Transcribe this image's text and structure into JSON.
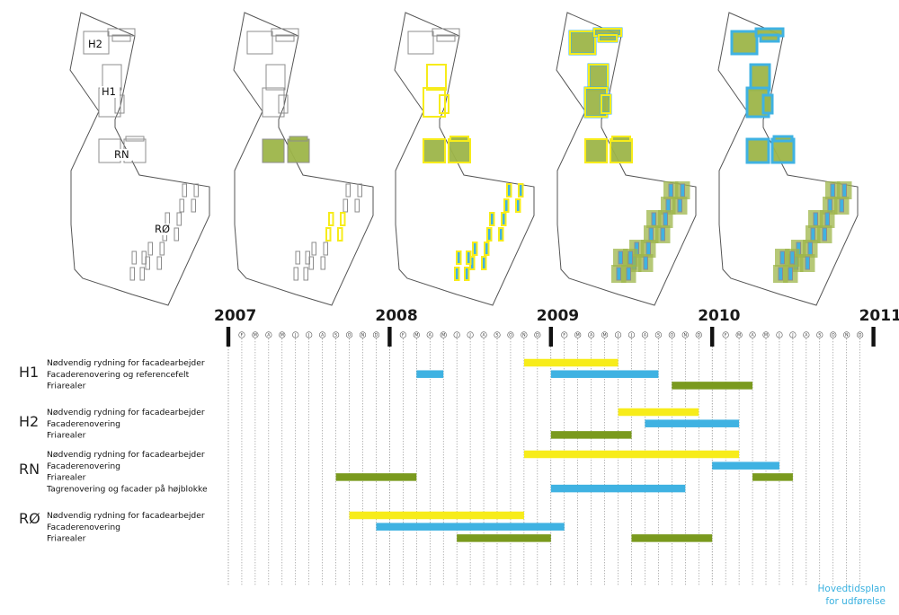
{
  "colors": {
    "yellow": "#f7ec1a",
    "blue": "#3fb2e2",
    "green": "#7a9a1e",
    "green_fill": "#9db549",
    "outline": "#555555",
    "building": "#8d8d8d",
    "caption": "#39b1e0"
  },
  "map_labels": {
    "h2": "H2",
    "h1": "H1",
    "rn": "RN",
    "ro": "RØ"
  },
  "caption": {
    "line1": "Hovedtidsplan",
    "line2": "for udførelse"
  },
  "chart_data": {
    "type": "gantt",
    "title": "",
    "years": [
      "2007",
      "2008",
      "2009",
      "2010",
      "2011"
    ],
    "month_abbreviations": [
      "F",
      "M",
      "A",
      "M",
      "J",
      "J",
      "A",
      "S",
      "O",
      "N",
      "D"
    ],
    "time_unit": "months from January 2007",
    "x_range": [
      0,
      48
    ],
    "legend_colors": {
      "Nødvendig rydning for facadearbejder": "yellow",
      "Facaderenovering": "blue",
      "Friarealer": "green"
    },
    "groups": [
      {
        "label": "H1",
        "tasks": [
          {
            "label": "Nødvendig rydning for facadearbejder",
            "color": "yellow",
            "bars": [
              {
                "start": 22,
                "end": 29
              }
            ]
          },
          {
            "label": "Facaderenovering og referencefelt",
            "color": "blue",
            "bars": [
              {
                "start": 14,
                "end": 16
              },
              {
                "start": 24,
                "end": 32
              }
            ]
          },
          {
            "label": "Friarealer",
            "color": "green",
            "bars": [
              {
                "start": 33,
                "end": 39
              }
            ]
          }
        ]
      },
      {
        "label": "H2",
        "tasks": [
          {
            "label": "Nødvendig rydning for facadearbejder",
            "color": "yellow",
            "bars": [
              {
                "start": 29,
                "end": 35
              }
            ]
          },
          {
            "label": "Facaderenovering",
            "color": "blue",
            "bars": [
              {
                "start": 31,
                "end": 38
              }
            ]
          },
          {
            "label": "Friarealer",
            "color": "green",
            "bars": [
              {
                "start": 24,
                "end": 30
              }
            ]
          }
        ]
      },
      {
        "label": "RN",
        "tasks": [
          {
            "label": "Nødvendig rydning for facadearbejder",
            "color": "yellow",
            "bars": [
              {
                "start": 22,
                "end": 38
              }
            ]
          },
          {
            "label": "Facaderenovering",
            "color": "blue",
            "bars": [
              {
                "start": 36,
                "end": 41
              }
            ]
          },
          {
            "label": "Friarealer",
            "color": "green",
            "bars": [
              {
                "start": 8,
                "end": 14
              },
              {
                "start": 39,
                "end": 42
              }
            ]
          },
          {
            "label": "Tagrenovering og facader på højblokke",
            "color": "blue",
            "bars": [
              {
                "start": 24,
                "end": 34
              }
            ]
          }
        ]
      },
      {
        "label": "RØ",
        "tasks": [
          {
            "label": "Nødvendig rydning for facadearbejder",
            "color": "yellow",
            "bars": [
              {
                "start": 9,
                "end": 22
              }
            ]
          },
          {
            "label": "Facaderenovering",
            "color": "blue",
            "bars": [
              {
                "start": 11,
                "end": 25
              }
            ]
          },
          {
            "label": "Friarealer",
            "color": "green",
            "bars": [
              {
                "start": 17,
                "end": 24
              },
              {
                "start": 30,
                "end": 36
              }
            ]
          }
        ]
      }
    ]
  },
  "site_plans": [
    {
      "stage": "plan-1",
      "labels_shown": true,
      "h2": "none",
      "h1": "none",
      "rn": "none",
      "ro": "none"
    },
    {
      "stage": "plan-2",
      "labels_shown": false,
      "h2": "none",
      "h1": "none",
      "rn": "green",
      "ro": "partial-yellow"
    },
    {
      "stage": "plan-3",
      "labels_shown": false,
      "h2": "none",
      "h1": "yellow",
      "rn": "yellow-green",
      "ro": "yellow-blue"
    },
    {
      "stage": "plan-4",
      "labels_shown": false,
      "h2": "yellow-blue-green",
      "h1": "yellow-blue-green",
      "rn": "yellow-green",
      "ro": "green-blue"
    },
    {
      "stage": "plan-5",
      "labels_shown": false,
      "h2": "blue-green",
      "h1": "blue-green",
      "rn": "blue-green",
      "ro": "green-blue"
    }
  ]
}
